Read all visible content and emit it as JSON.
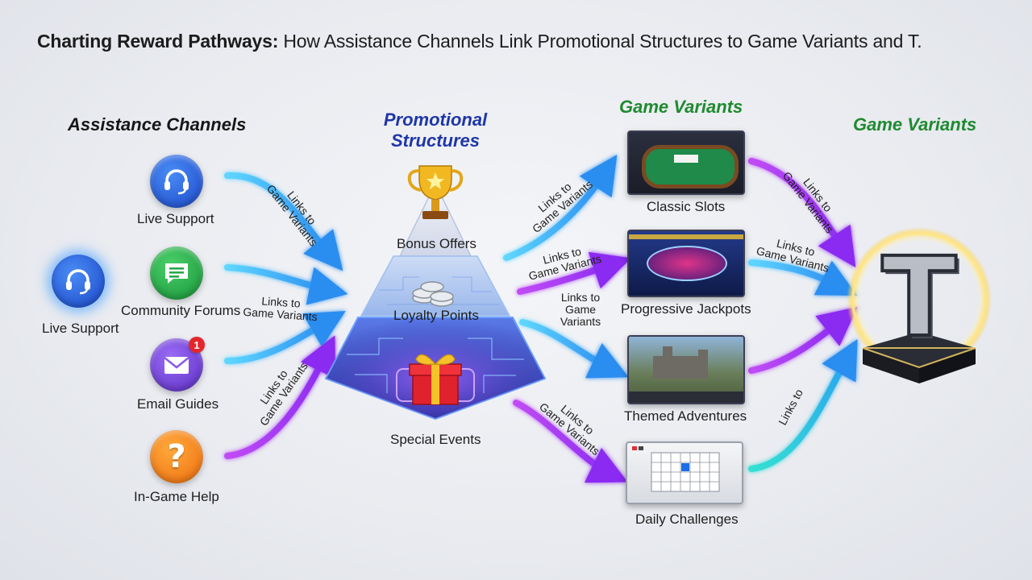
{
  "title": {
    "bold": "Charting Reward Pathways:",
    "rest": " How Assistance Channels Link Promotional Structures to Game Variants and T."
  },
  "headers": {
    "assistance": "Assistance Channels",
    "promo_line1": "Promotional",
    "promo_line2": "Structures",
    "game_variants": "Game Variants",
    "game_variants_right": "Game Variants"
  },
  "channels": {
    "live_support": "Live Support",
    "live_support_side": "Live Support",
    "community": "Community Forums",
    "email": "Email Guides",
    "email_badge": "1",
    "help": "In-Game Help",
    "help_glyph": "?"
  },
  "pyramid": {
    "bonus": "Bonus Offers",
    "loyalty": "Loyalty Points",
    "special": "Special Events"
  },
  "variants": {
    "classic": "Classic Slots",
    "progressive": "Progressive Jackpots",
    "themed": "Themed Adventures",
    "daily": "Daily Challenges"
  },
  "link_labels": {
    "a1": "Links to",
    "a2": "Game Variants",
    "b1": "Links to",
    "b2": "Game Variants",
    "c1": "Links to",
    "c2": "Game Variants",
    "d1": "Links to",
    "d2": "Game Variants",
    "e1": "Links to",
    "e2": "Game Variants",
    "f1": "Links to",
    "f2": "Game",
    "f3": "Variants",
    "g1": "Links to",
    "g2": "Game Variants",
    "h": "Links to"
  },
  "target_letter": "T",
  "colors": {
    "cyan": "#27b8f0",
    "purple": "#a23cf0",
    "header_blue": "#1e36a8",
    "header_green": "#1f8a2f"
  },
  "icons": [
    "headset-icon",
    "chat-icon",
    "mail-icon",
    "question-icon",
    "trophy-icon",
    "coins-icon",
    "gift-icon",
    "t-letter-icon"
  ]
}
